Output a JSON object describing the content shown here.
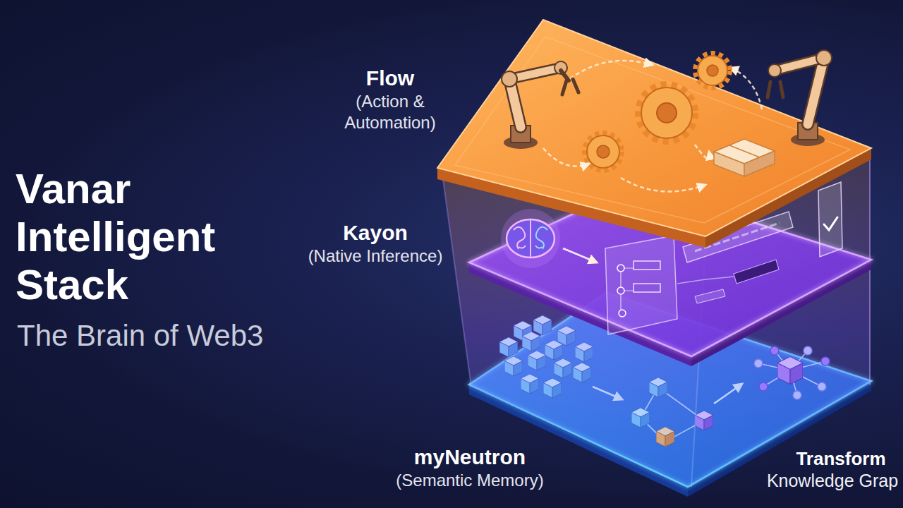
{
  "diagram": {
    "title": "Vanar Intelligent Stack",
    "caption": "The Brain of Web3",
    "nodes": [
      {
        "text": [
          "Flow",
          "(Action & Automation)"
        ]
      },
      {
        "text": [
          "Kayon",
          "(Native Inference)"
        ]
      },
      {
        "text": [
          "myNeutron",
          "(Semantic Memory)"
        ]
      }
    ],
    "labels": [
      "Transform",
      "Knowledge Grap"
    ]
  }
}
